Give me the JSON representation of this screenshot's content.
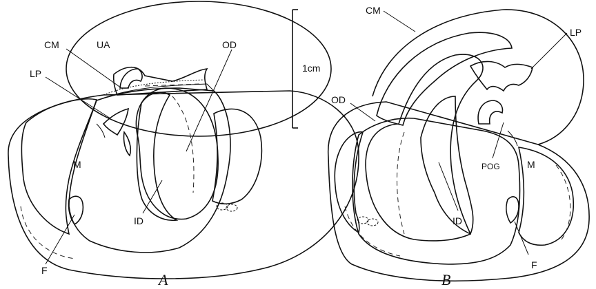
{
  "figure": {
    "panel_a": {
      "letter": "A",
      "labels": {
        "cm": "CM",
        "ua": "UA",
        "lp": "LP",
        "od": "OD",
        "m": "M",
        "id": "ID",
        "f": "F"
      }
    },
    "panel_b": {
      "letter": "B",
      "labels": {
        "cm": "CM",
        "lp": "LP",
        "od": "OD",
        "m": "M",
        "pog": "POG",
        "id": "ID",
        "f": "F"
      }
    },
    "scale_bar": {
      "label": "1cm"
    }
  }
}
